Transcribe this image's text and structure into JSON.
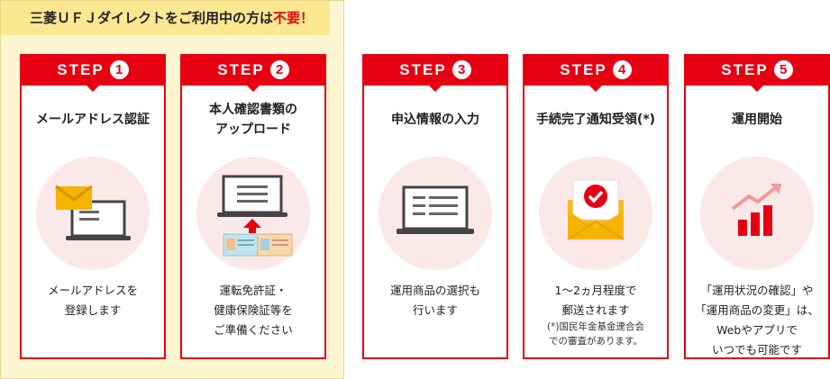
{
  "notice": {
    "text_main": "三菱ＵＦＪダイレクトをご利用中の方は",
    "text_emphasis": "不要！"
  },
  "colors": {
    "accent": "#e60012",
    "notice_bg": "#fdf6d2",
    "notice_label_bg": "#fbe891",
    "icon_bg": "#fbe9e9"
  },
  "steps": [
    {
      "step_label": "STEP",
      "number": "1",
      "title": "メールアドレス認証",
      "icon": "email-laptop-icon",
      "description": "メールアドレスを\n登録します"
    },
    {
      "step_label": "STEP",
      "number": "2",
      "title": "本人確認書類の\nアップロード",
      "icon": "id-upload-icon",
      "description": "運転免許証・\n健康保険証等を\nご準備ください"
    },
    {
      "step_label": "STEP",
      "number": "3",
      "title": "申込情報の入力",
      "icon": "laptop-form-icon",
      "description": "運用商品の選択も\n行います"
    },
    {
      "step_label": "STEP",
      "number": "4",
      "title": "手続完了通知受領(*)",
      "icon": "mail-checkmark-icon",
      "description": "1〜2ヵ月程度で\n郵送されます",
      "note": "(*)国民年金基金連合会\nでの審査があります。"
    },
    {
      "step_label": "STEP",
      "number": "5",
      "title": "運用開始",
      "icon": "growth-chart-icon",
      "description": "「運用状況の確認」や\n「運用商品の変更」は、\nWebやアプリで\nいつでも可能です"
    }
  ]
}
